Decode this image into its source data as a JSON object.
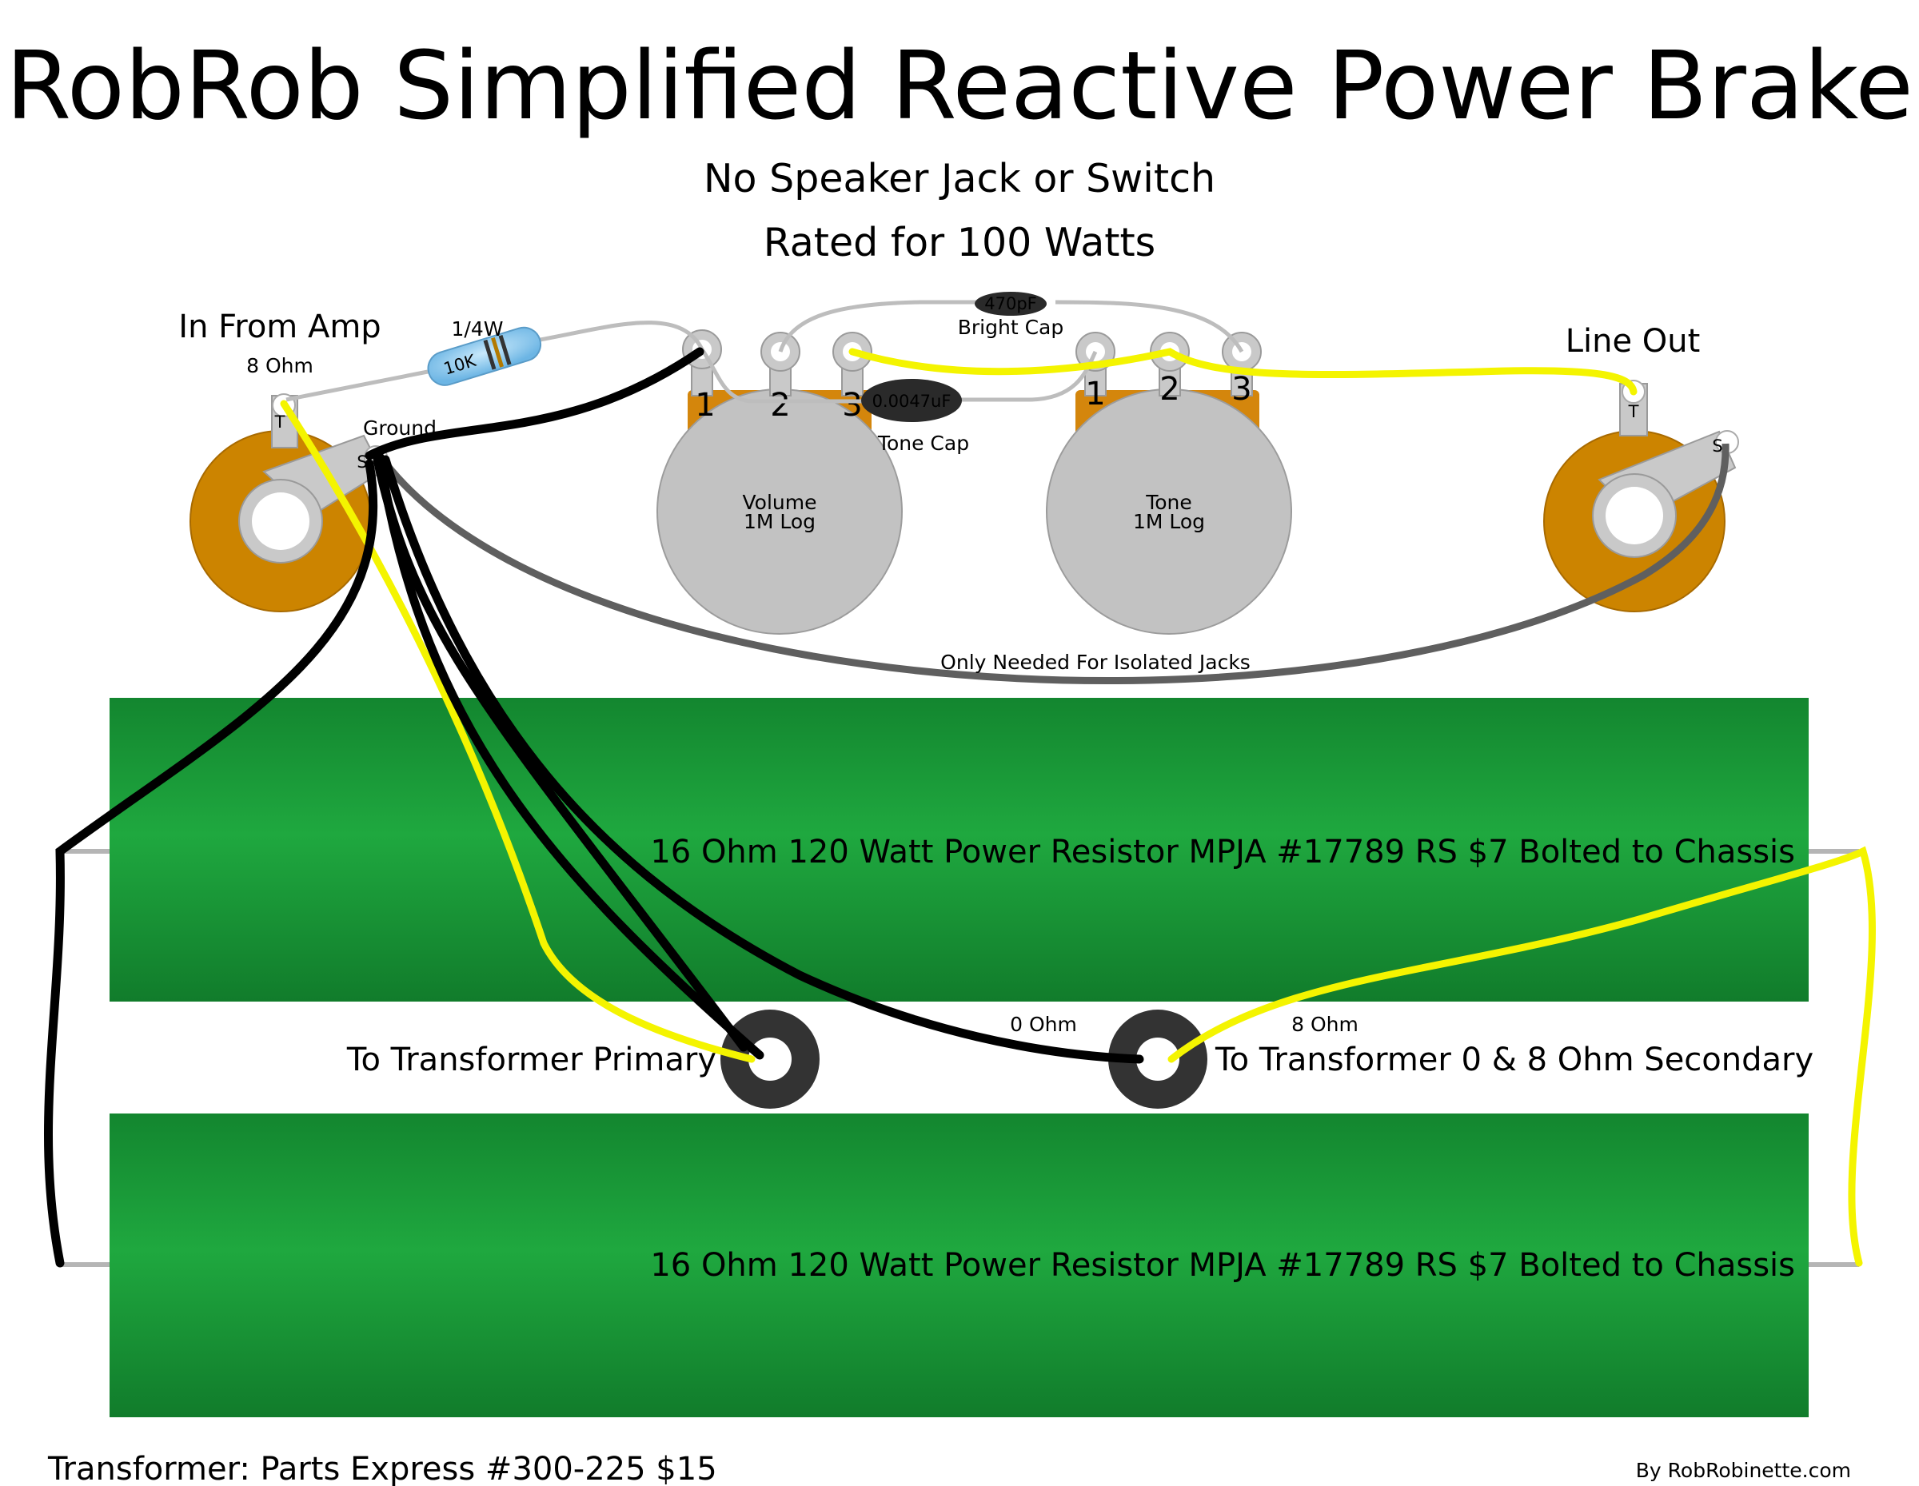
{
  "title": "RobRob Simplified Reactive Power Brake",
  "subtitle_1": "No Speaker Jack or Switch",
  "subtitle_2": "Rated for 100 Watts",
  "input_jack": {
    "label": "In From Amp",
    "impedance": "8 Ohm",
    "ground_label": "Ground",
    "tip_mark": "T",
    "sleeve_mark": "S"
  },
  "output_jack": {
    "label": "Line Out",
    "tip_mark": "T",
    "sleeve_mark": "S"
  },
  "series_resistor": {
    "rating": "1/4W",
    "value": "10K"
  },
  "bright_cap": {
    "value": "470pF",
    "label": "Bright Cap"
  },
  "tone_cap": {
    "value": "0.0047uF",
    "label": "Tone Cap"
  },
  "volume_pot": {
    "name": "Volume",
    "value": "1M Log",
    "lugs": [
      "1",
      "2",
      "3"
    ]
  },
  "tone_pot": {
    "name": "Tone",
    "value": "1M Log",
    "lugs": [
      "1",
      "2",
      "3"
    ]
  },
  "isolated_note": "Only Needed For Isolated Jacks",
  "power_resistors": [
    {
      "label": "16 Ohm 120 Watt Power Resistor MPJA #17789 RS $7 Bolted to Chassis"
    },
    {
      "label": "16 Ohm 120 Watt Power Resistor MPJA #17789 RS $7 Bolted to Chassis"
    }
  ],
  "primary_terminal": {
    "label": "To Transformer Primary"
  },
  "secondary_terminal": {
    "label": "To Transformer 0 & 8 Ohm Secondary",
    "tap_0": "0 Ohm",
    "tap_8": "8 Ohm"
  },
  "footer_left": "Transformer: Parts Express #300-225 $15",
  "footer_right": "By RobRobinette.com",
  "colors": {
    "resistor_green": "#1a9a3a",
    "jack_orange": "#cc8400",
    "pot_gray": "#c2c2c2",
    "wire_yellow": "#ffff00",
    "wire_black": "#000000",
    "wire_gray": "#5a5a5a",
    "resistor_blue": "#7ec1ea"
  }
}
